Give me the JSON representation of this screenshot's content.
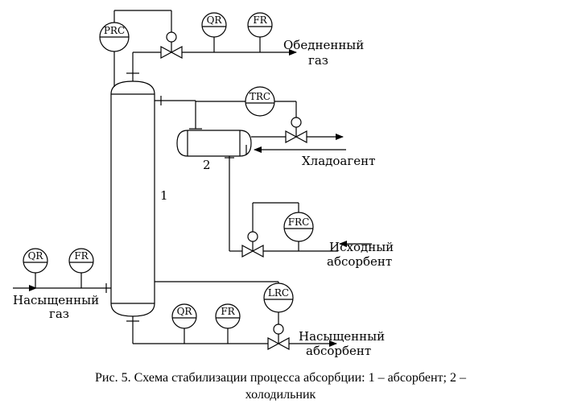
{
  "column_number": "1",
  "condenser_number": "2",
  "instruments": {
    "prc": "PRC",
    "qr_top": "QR",
    "fr_top": "FR",
    "trc": "TRC",
    "frc": "FRC",
    "qr_feed": "QR",
    "fr_feed": "FR",
    "lrc": "LRC",
    "qr_bottom": "QR",
    "fr_bottom": "FR"
  },
  "streams": {
    "lean_gas_line1": "Обедненный",
    "lean_gas_line2": "газ",
    "coolant": "Хладоагент",
    "feed_absorbent_line1": "Исходный",
    "feed_absorbent_line2": "абсорбент",
    "rich_gas_line1": "Насыщенный",
    "rich_gas_line2": "газ",
    "rich_absorbent_line1": "Насыщенный",
    "rich_absorbent_line2": "абсорбент"
  },
  "caption": {
    "line1": "Рис. 5. Схема стабилизации процесса абсорбции: 1 – абсорбент; 2 –",
    "line2": "холодильник"
  }
}
